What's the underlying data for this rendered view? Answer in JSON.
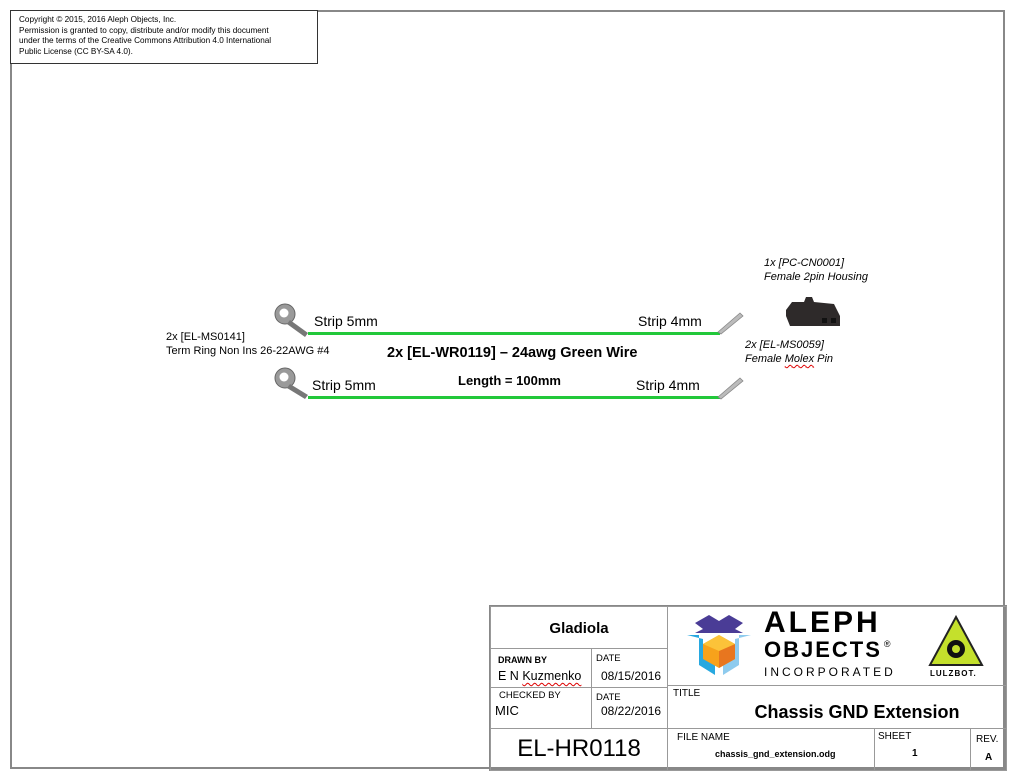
{
  "copyright": {
    "line1": "Copyright © 2015, 2016 Aleph Objects, Inc.",
    "line2": "Permission is granted to copy, distribute and/or modify this document",
    "line3": "under the terms of the Creative Commons Attribution 4.0 International",
    "line4": "Public License (CC BY-SA 4.0)."
  },
  "diagram": {
    "ring_terminal": {
      "part": "2x [EL-MS0141]",
      "desc": "Term Ring Non Ins 26-22AWG #4"
    },
    "strip_left_1": "Strip 5mm",
    "strip_left_2": "Strip 5mm",
    "strip_right_1": "Strip 4mm",
    "strip_right_2": "Strip 4mm",
    "wire_label": "2x [EL-WR0119] – 24awg Green Wire",
    "length_label": "Length = 100mm",
    "housing": {
      "part": "1x [PC-CN0001]",
      "desc": "Female 2pin Housing"
    },
    "pin": {
      "part": "2x [EL-MS0059]",
      "desc_prefix": "Female ",
      "desc_mid": "Molex",
      "desc_suffix": " Pin"
    },
    "wire_color": "#22c83a"
  },
  "title_block": {
    "project": "Gladiola",
    "drawn_by_label": "DRAWN BY",
    "drawn_by_prefix": "E N ",
    "drawn_by_name": "Kuzmenko",
    "date_label_1": "DATE",
    "date_1": "08/15/2016",
    "checked_by_label": "CHECKED BY",
    "checked_by": "MIC",
    "date_label_2": "DATE",
    "date_2": "08/22/2016",
    "part_number": "EL-HR0118",
    "logo": {
      "line1": "ALEPH",
      "line2": "OBJECTS",
      "line3": "INCORPORATED",
      "reg": "®",
      "brand": "LULZBOT."
    },
    "title_label": "TITLE",
    "title": "Chassis GND Extension",
    "file_name_label": "FILE NAME",
    "file_name": "chassis_gnd_extension.odg",
    "sheet_label": "SHEET",
    "sheet": "1",
    "rev_label": "REV.",
    "rev": "A"
  }
}
